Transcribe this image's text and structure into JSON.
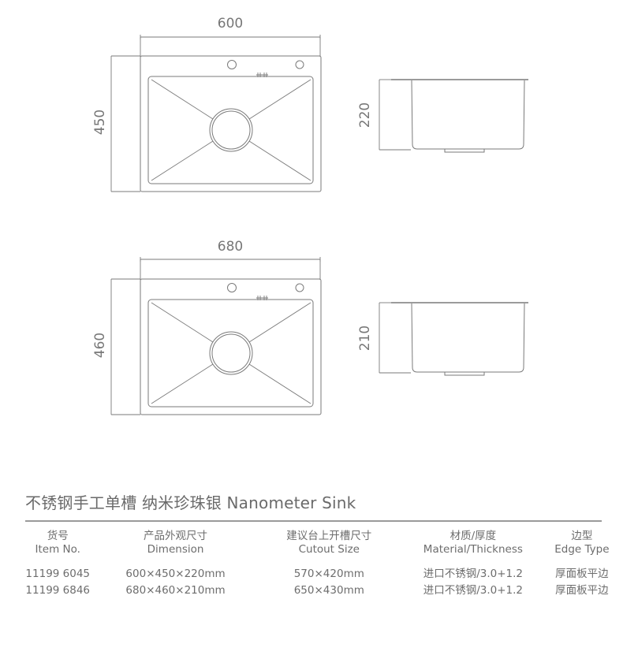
{
  "drawings": [
    {
      "id": "sink-600",
      "top_view": {
        "width_label": "600",
        "depth_label": "450"
      },
      "side_view": {
        "height_label": "220"
      }
    },
    {
      "id": "sink-680",
      "top_view": {
        "width_label": "680",
        "depth_label": "460"
      },
      "side_view": {
        "height_label": "210"
      }
    }
  ],
  "title": "不锈钢手工单槽 纳米珍珠银 Nanometer Sink",
  "table": {
    "headers": [
      {
        "cn": "货号",
        "en": "Item No."
      },
      {
        "cn": "产品外观尺寸",
        "en": "Dimension"
      },
      {
        "cn": "建议台上开槽尺寸",
        "en": "Cutout Size"
      },
      {
        "cn": "材质/厚度",
        "en": "Material/Thickness"
      },
      {
        "cn": "边型",
        "en": "Edge Type"
      }
    ],
    "rows": [
      [
        "11199 6045",
        "600×450×220mm",
        "570×420mm",
        "进口不锈钢/3.0+1.2",
        "厚面板平边"
      ],
      [
        "11199 6846",
        "680×460×210mm",
        "650×430mm",
        "进口不锈钢/3.0+1.2",
        "厚面板平边"
      ]
    ]
  },
  "colors": {
    "line": "#7a7a7a",
    "text": "#6d6d6d",
    "rule": "#9a9a9a"
  }
}
